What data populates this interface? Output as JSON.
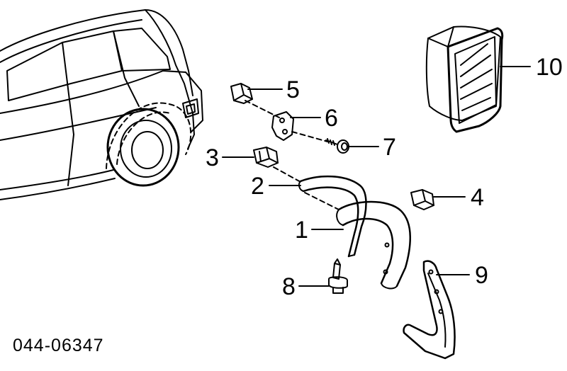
{
  "callouts": {
    "c1": "1",
    "c2": "2",
    "c3": "3",
    "c4": "4",
    "c5": "5",
    "c6": "6",
    "c7": "7",
    "c8": "8",
    "c9": "9",
    "c10": "10"
  },
  "diagram_code": "044-06347",
  "colors": {
    "line": "#000000",
    "background": "#ffffff"
  }
}
